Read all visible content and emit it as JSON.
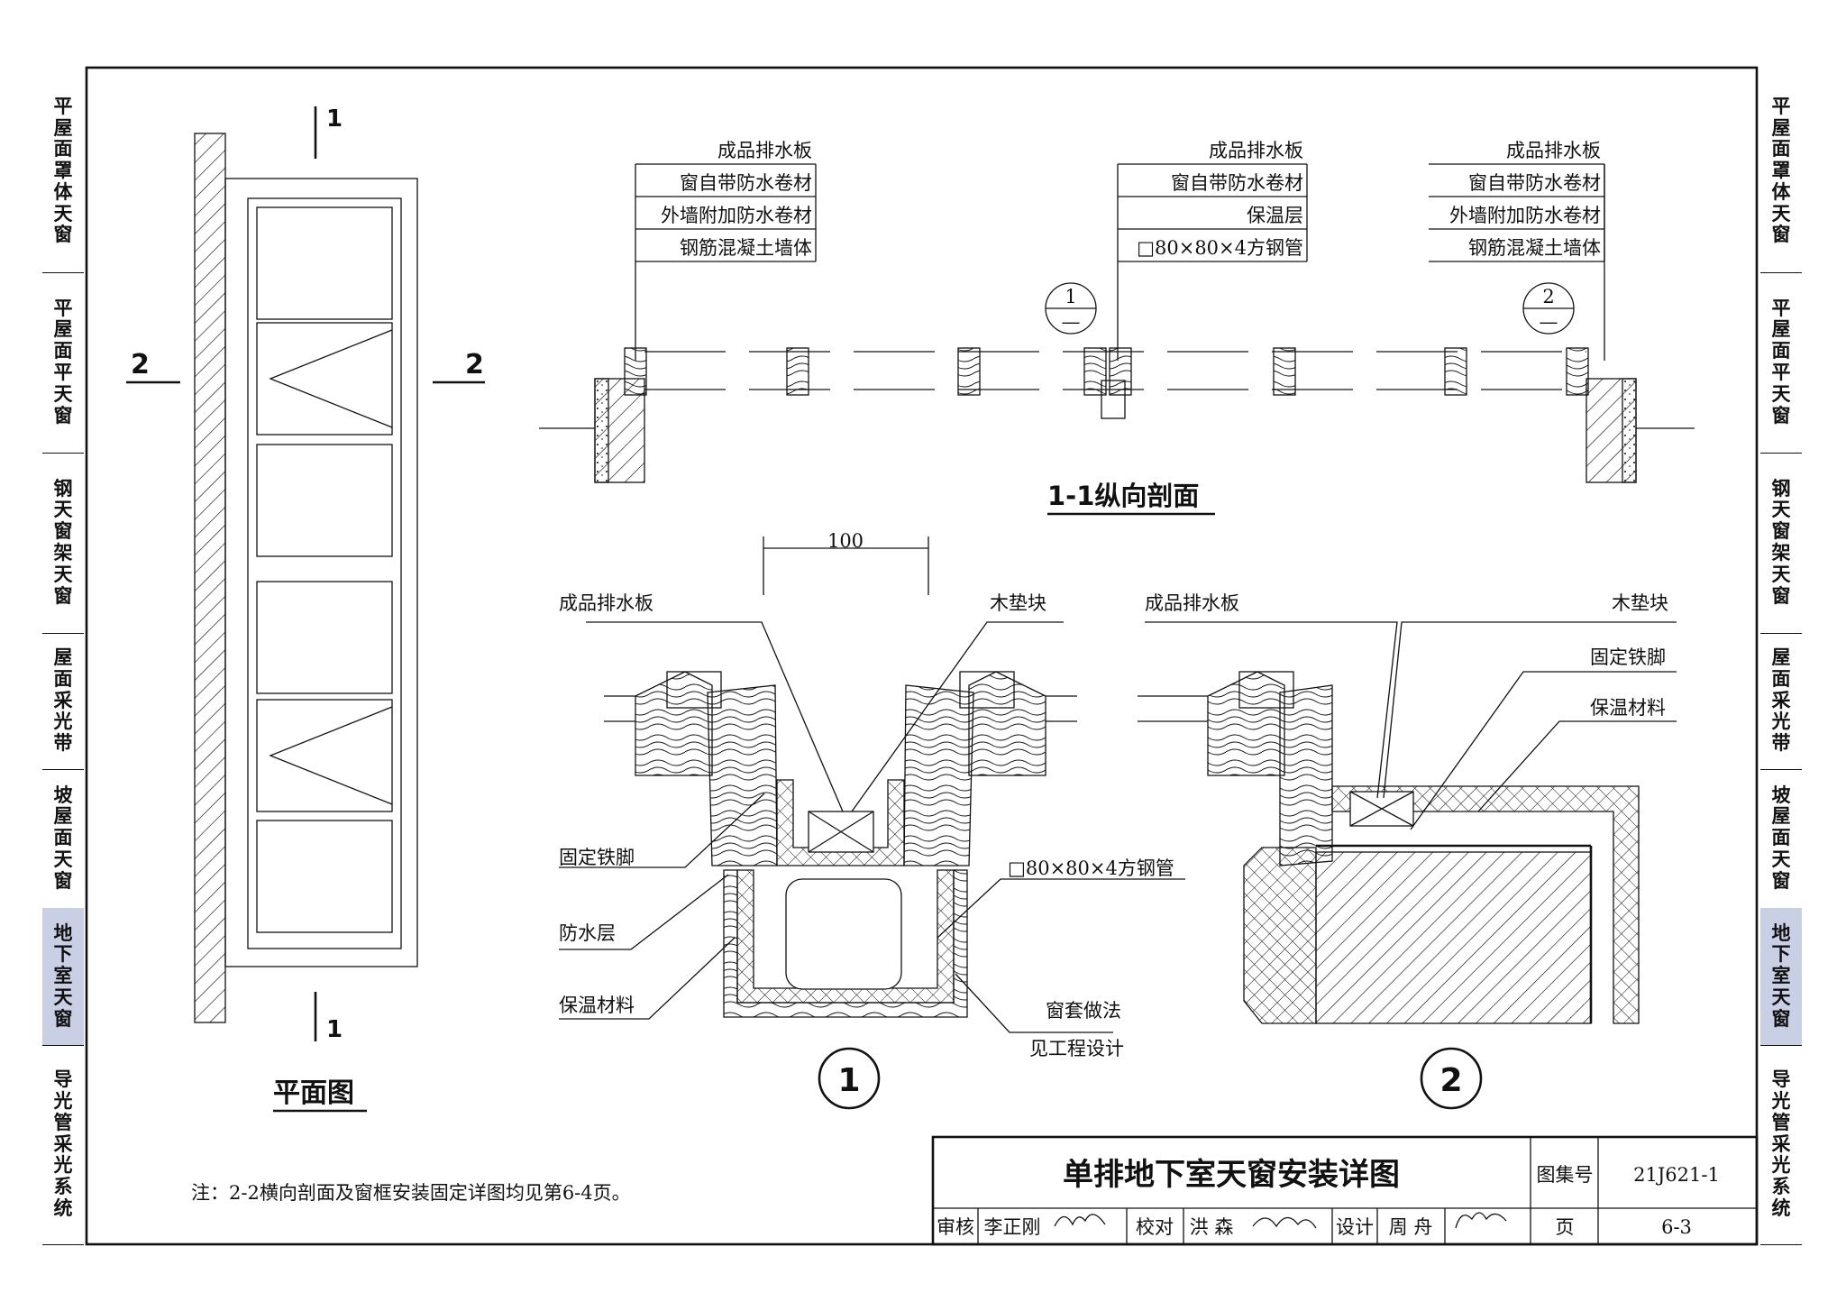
{
  "left_tabs": [
    {
      "label": "平屋面罩体天窗",
      "active": false
    },
    {
      "label": "平屋面平天窗",
      "active": false
    },
    {
      "label": "钢天窗架天窗",
      "active": false
    },
    {
      "label": "屋面采光带",
      "active": false
    },
    {
      "label": "坡屋面天窗",
      "active": false
    },
    {
      "label": "地下室天窗",
      "active": true
    },
    {
      "label": "导光管采光系统",
      "active": false
    }
  ],
  "right_tabs": [
    {
      "label": "平屋面罩体天窗",
      "active": false
    },
    {
      "label": "平屋面平天窗",
      "active": false
    },
    {
      "label": "钢天窗架天窗",
      "active": false
    },
    {
      "label": "屋面采光带",
      "active": false
    },
    {
      "label": "坡屋面天窗",
      "active": false
    },
    {
      "label": "地下室天窗",
      "active": true
    },
    {
      "label": "导光管采光系统",
      "active": false
    }
  ],
  "plan": {
    "title": "平面图",
    "cut_1_top": "1",
    "cut_1_bottom": "1",
    "cut_2_left": "2",
    "cut_2_right": "2"
  },
  "section_1_1": {
    "title": "1-1纵向剖面",
    "callout_left": [
      "成品排水板",
      "窗自带防水卷材",
      "外墙附加防水卷材",
      "钢筋混凝土墙体"
    ],
    "callout_mid": [
      "成品排水板",
      "窗自带防水卷材",
      "保温层",
      "□80×80×4方钢管"
    ],
    "callout_right": [
      "成品排水板",
      "窗自带防水卷材",
      "外墙附加防水卷材",
      "钢筋混凝土墙体"
    ],
    "detail_ref_1": {
      "num": "1",
      "sub": "—"
    },
    "detail_ref_2": {
      "num": "2",
      "sub": "—"
    }
  },
  "detail_1": {
    "number": "1",
    "dimension": "100",
    "label_drain_board": "成品排水板",
    "label_wood_block": "木垫块",
    "label_iron_foot": "固定铁脚",
    "label_steel_tube": "□80×80×4方钢管",
    "label_waterproof": "防水层",
    "label_insulation": "保温材料",
    "label_frame_1": "窗套做法",
    "label_frame_2": "见工程设计"
  },
  "detail_2": {
    "number": "2",
    "label_drain_board": "成品排水板",
    "label_wood_block": "木垫块",
    "label_iron_foot": "固定铁脚",
    "label_insulation": "保温材料"
  },
  "note": "注：2-2横向剖面及窗框安装固定详图均见第6-4页。",
  "title_block": {
    "title": "单排地下室天窗安装详图",
    "atlas_label": "图集号",
    "atlas_no": "21J621-1",
    "review_label": "审核",
    "reviewer": "李正刚",
    "check_label": "校对",
    "checker": "洪 森",
    "design_label": "设计",
    "designer": "周 舟",
    "page_label": "页",
    "page_no": "6-3"
  }
}
